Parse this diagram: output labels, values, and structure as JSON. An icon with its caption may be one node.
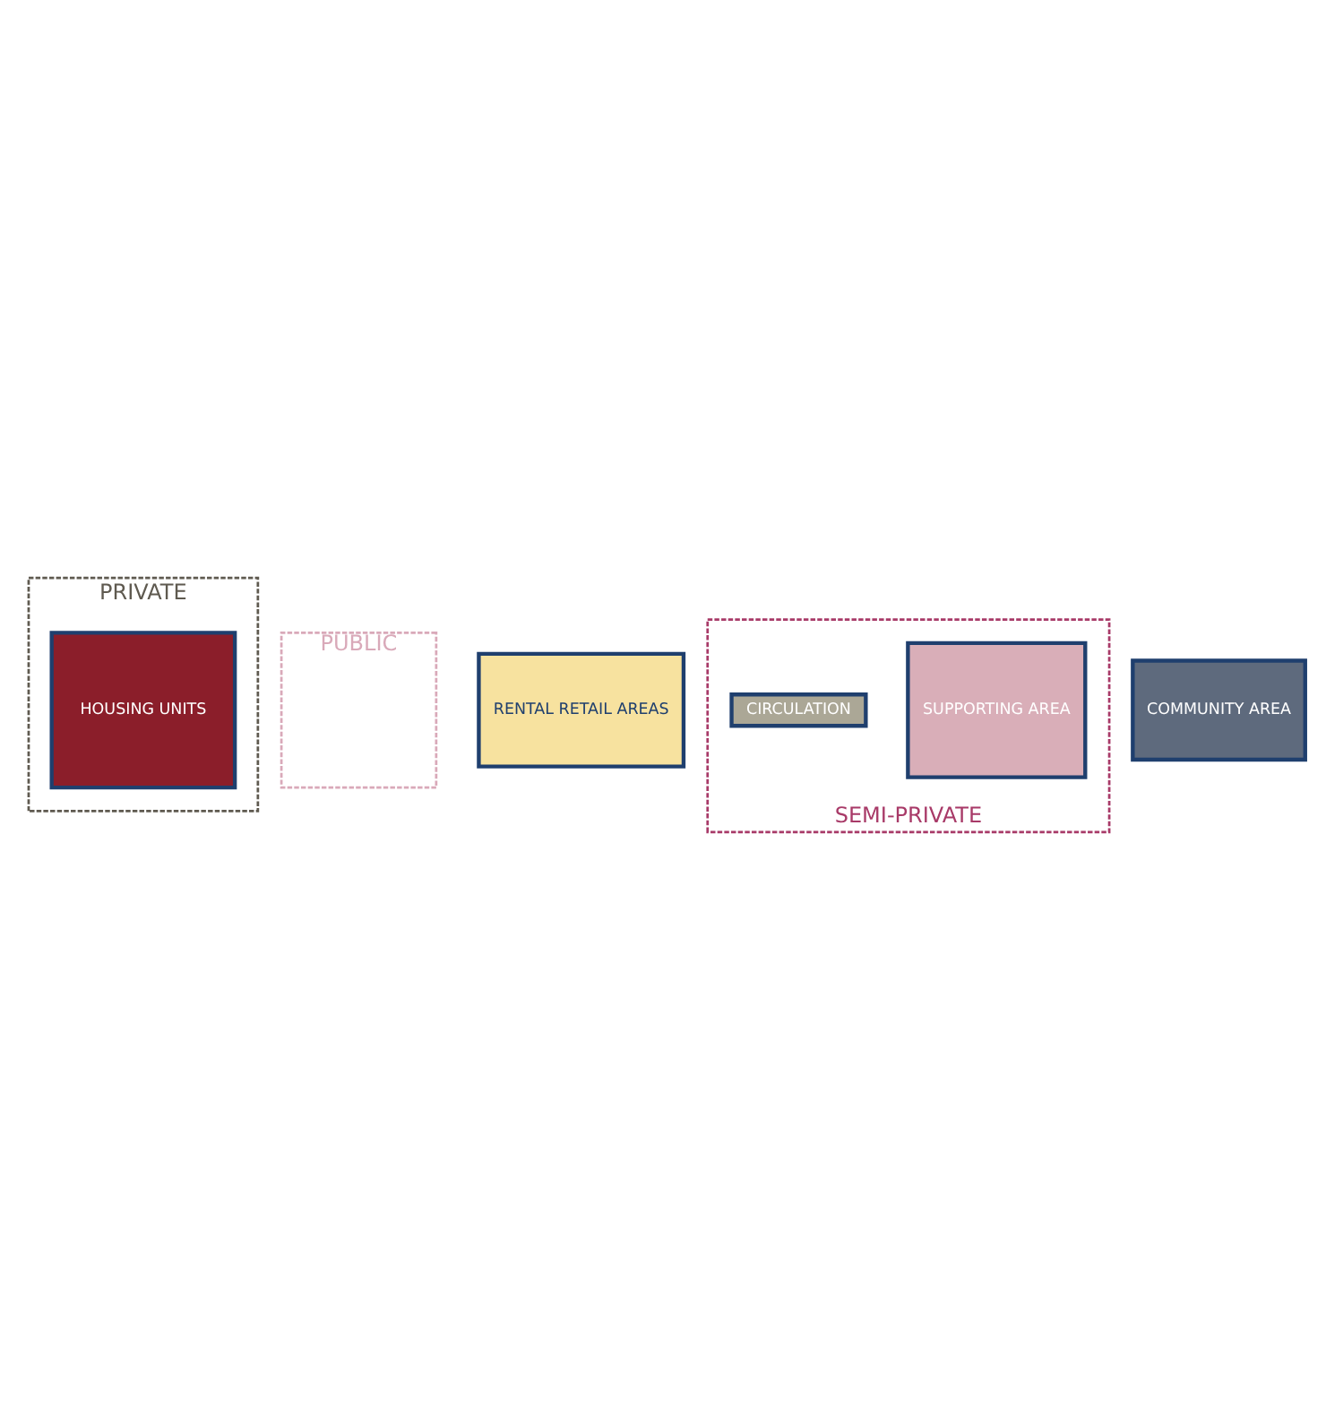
{
  "diagram": {
    "nodes": [
      {
        "text": [
          "PRIVATE"
        ]
      },
      {
        "text": [
          "HOUSING UNITS"
        ],
        "in": 0
      },
      {
        "text": [
          "PUBLIC"
        ]
      },
      {
        "text": [
          "RENTAL RETAIL AREAS"
        ]
      },
      {
        "text": [
          "SEMI-PRIVATE"
        ]
      },
      {
        "text": [
          "SUPPORTING AREA"
        ],
        "in": 4
      },
      {
        "text": [
          "CIRCULATION"
        ],
        "in": 4
      },
      {
        "text": [
          "COMMUNITY AREA"
        ]
      }
    ]
  }
}
